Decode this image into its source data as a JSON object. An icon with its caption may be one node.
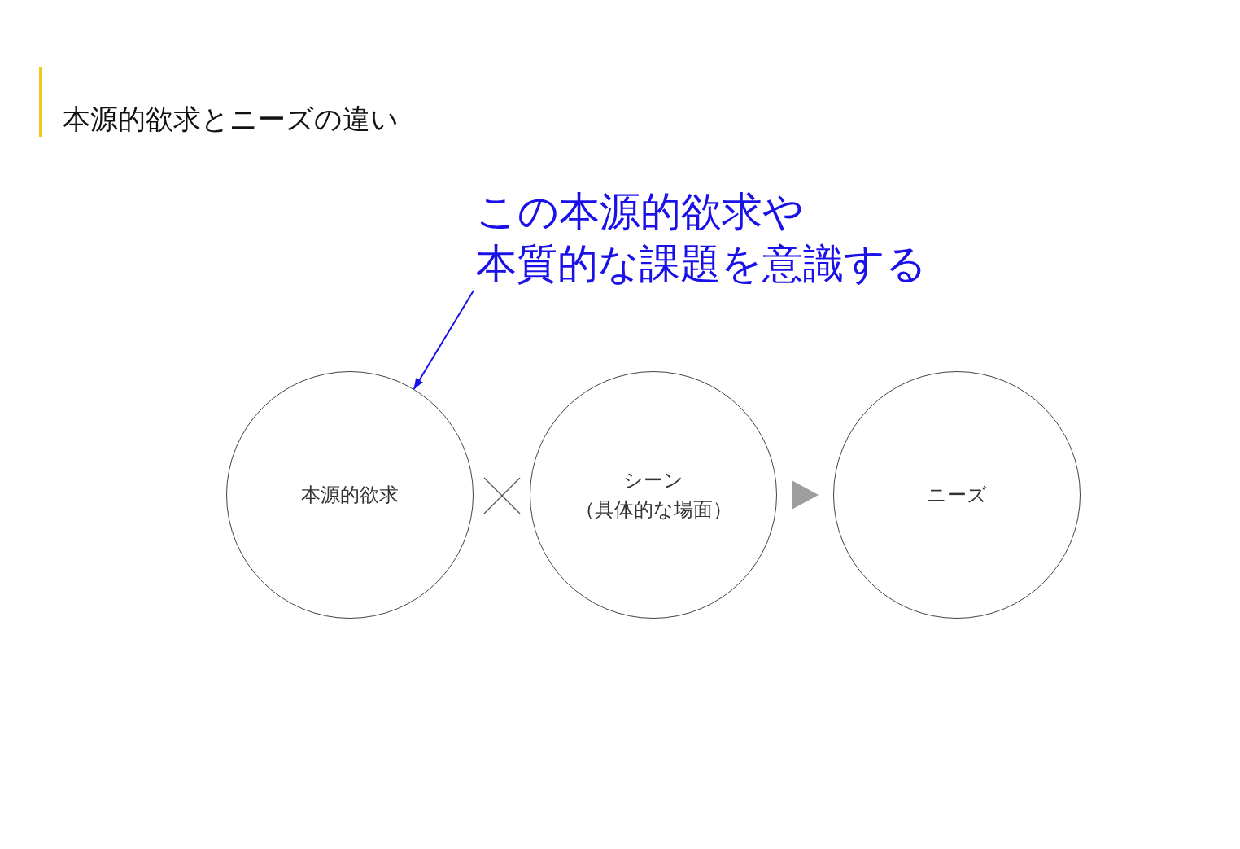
{
  "diagram": {
    "title": "本源的欲求とニーズの違い",
    "nodes": [
      {
        "text": [
          "この本源的欲求や本質的な課題を意識する"
        ]
      },
      {
        "text": [
          "本源的欲求"
        ]
      },
      {
        "text": [
          "シーン",
          "（具体的な場面）"
        ]
      },
      {
        "text": [
          "ニーズ"
        ]
      }
    ],
    "edges": [
      {
        "from": 0,
        "to": 1,
        "arrow": "to",
        "color": "#1a10e8"
      },
      {
        "from": 2,
        "to": 3,
        "arrow": "to"
      }
    ]
  }
}
